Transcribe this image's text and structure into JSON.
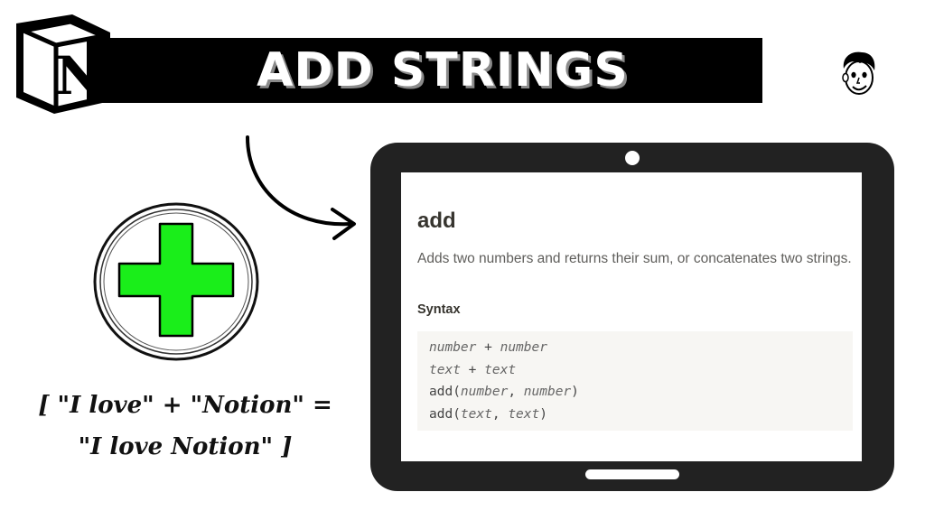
{
  "banner": {
    "title": "ADD STRINGS"
  },
  "logo": {
    "letter": "N"
  },
  "caption": {
    "line1": "[ \"I love\" + \"Notion\" =",
    "line2": "\"I love Notion\" ]"
  },
  "doc": {
    "title": "add",
    "description": "Adds two numbers and returns their sum, or concatenates two strings.",
    "syntax_label": "Syntax",
    "syntax_lines": [
      {
        "parts": [
          {
            "t": "number",
            "i": true
          },
          {
            "t": " + ",
            "i": false
          },
          {
            "t": "number",
            "i": true
          }
        ]
      },
      {
        "parts": [
          {
            "t": "text",
            "i": true
          },
          {
            "t": " + ",
            "i": false
          },
          {
            "t": "text",
            "i": true
          }
        ]
      },
      {
        "parts": [
          {
            "t": "add(",
            "i": false
          },
          {
            "t": "number",
            "i": true
          },
          {
            "t": ", ",
            "i": false
          },
          {
            "t": "number",
            "i": true
          },
          {
            "t": ")",
            "i": false
          }
        ]
      },
      {
        "parts": [
          {
            "t": "add(",
            "i": false
          },
          {
            "t": "text",
            "i": true
          },
          {
            "t": ", ",
            "i": false
          },
          {
            "t": "text",
            "i": true
          },
          {
            "t": ")",
            "i": false
          }
        ]
      }
    ]
  },
  "colors": {
    "plus_green": "#1aee1a",
    "banner_bg": "#000000",
    "tablet_frame": "#222222",
    "code_bg": "#f7f6f3"
  },
  "icons": {
    "logo": "notion-logo-icon",
    "avatar": "cartoon-face-icon",
    "arrow": "curved-arrow-icon",
    "plus": "plus-icon"
  }
}
